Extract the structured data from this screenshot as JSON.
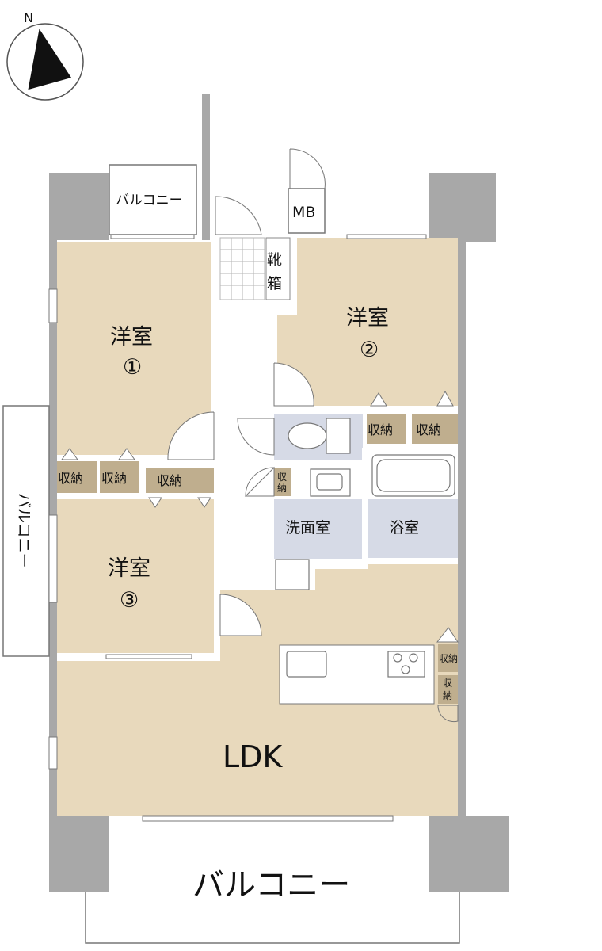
{
  "compass": {
    "north_letter": "N"
  },
  "rooms": {
    "western1": {
      "name": "洋室",
      "num": "①"
    },
    "western2": {
      "name": "洋室",
      "num": "②"
    },
    "western3": {
      "name": "洋室",
      "num": "③"
    },
    "ldk": "LDK",
    "washroom": "洗面室",
    "bath": "浴室",
    "mb": "MB",
    "shoe_box_1": "靴",
    "shoe_box_2": "箱"
  },
  "storage": {
    "label": "収納",
    "vertical_a": "収",
    "vertical_b": "納"
  },
  "balconies": {
    "main": "バルコニー",
    "left": "バルコニー",
    "top_small": "バルコニー"
  },
  "colors": {
    "room_beige": "#e8d9bc",
    "wet_area": "#d6dae6",
    "storage_brown": "#bfae8e",
    "wall_gray": "#a8a8a8",
    "corridor_white": "#ffffff"
  }
}
